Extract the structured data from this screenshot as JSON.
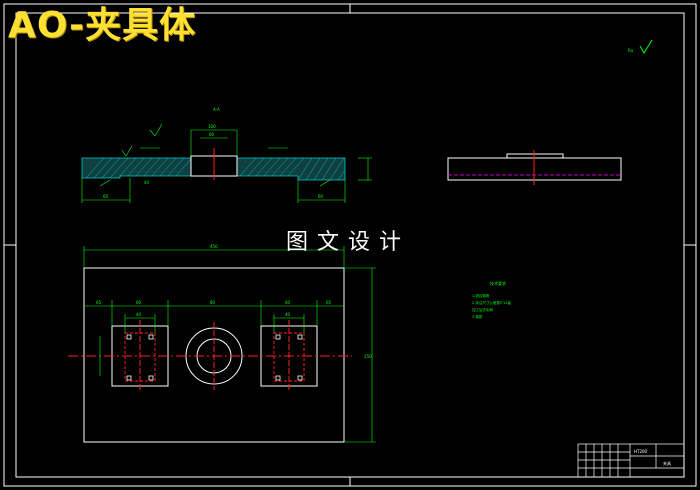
{
  "header": {
    "title": "AO-夹具体"
  },
  "watermark": {
    "text": "图文设计"
  },
  "labels": {
    "section_view": "A-A",
    "roughness_top_right": "Ra",
    "tech_req_title": "技术要求",
    "tech_req_lines": [
      "1.锐边倒角",
      "2.未注尺寸公差按IT12级",
      "加工后去毛刺",
      "3.调质"
    ],
    "dim_overall_width": "450",
    "dim_height": "250",
    "dim_left_65": "65",
    "dim_left_60": "60",
    "dim_center_80": "80",
    "dim_right_60": "60",
    "dim_right_65": "65",
    "dim_inner_40a": "40",
    "dim_inner_40b": "40",
    "dim_sec_100": "100",
    "dim_sec_60": "60",
    "dim_sec_left_60": "60",
    "dim_sec_right_60": "60",
    "dim_sec_40": "40",
    "tb_name": "HT200",
    "tb_part": "夹具"
  },
  "colors": {
    "background": "#000000",
    "outline": "#ffffff",
    "dimension": "#00ff00",
    "centerline": "#ff2020",
    "hatch": "#00cccc",
    "hidden": "#ff00ff",
    "title_text": "#ffe033"
  }
}
